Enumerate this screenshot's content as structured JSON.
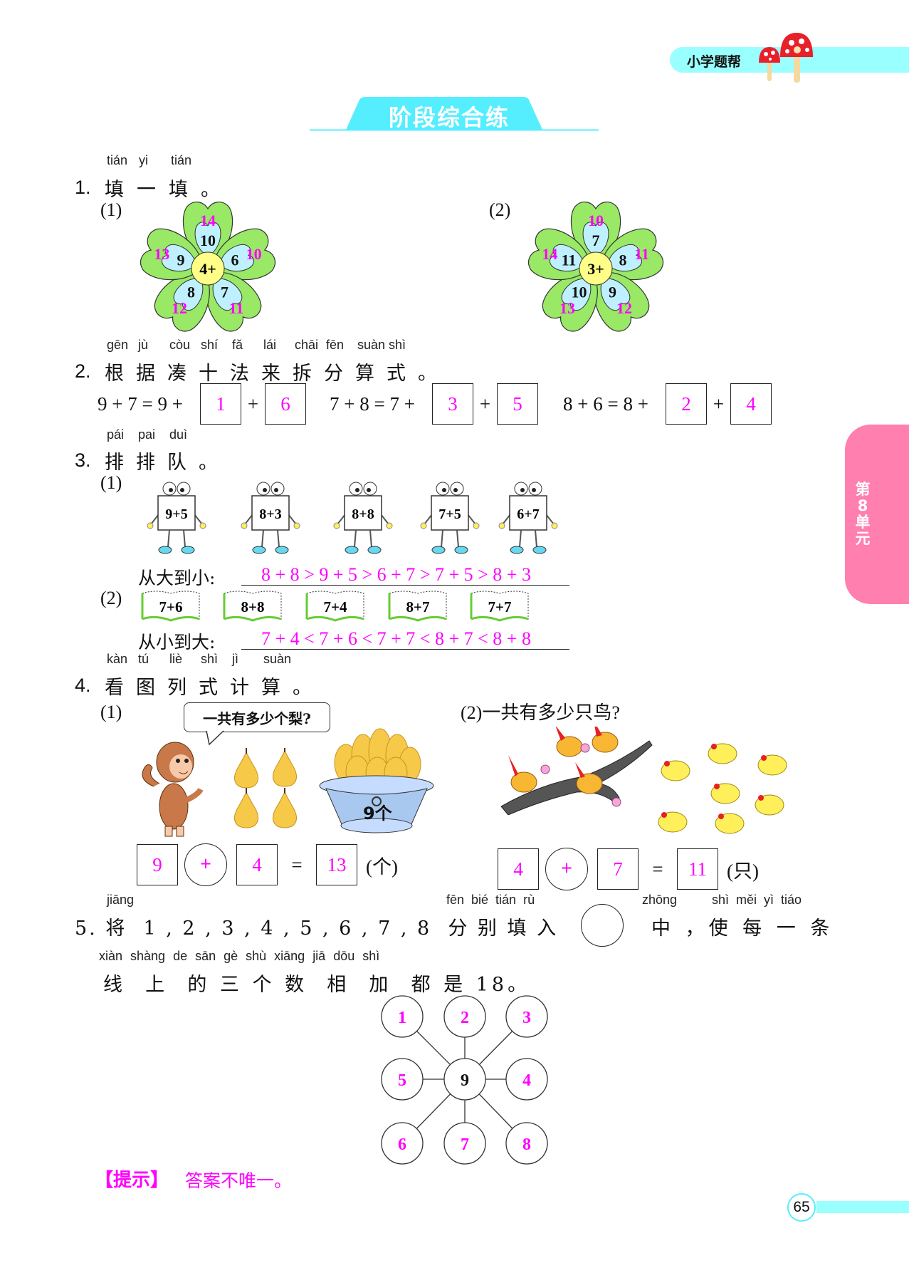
{
  "header": {
    "brand": "小学题帮"
  },
  "title": "阶段综合练",
  "side_tab": [
    "第",
    "8",
    "单",
    "元"
  ],
  "page_number": "65",
  "colors": {
    "accent": "#ff00ff",
    "cyan": "#99ffff",
    "banner": "#55eeff",
    "pink": "#ff7fae",
    "leaf": "#99e866",
    "petal_inner": "#bff0ff",
    "center": "#ffff88"
  },
  "q1": {
    "pinyin": [
      "tián",
      "yi",
      "tián"
    ],
    "num": "1.",
    "chars": [
      "填",
      "一",
      "填",
      "。"
    ],
    "parts": [
      {
        "label": "(1)",
        "center": "4+",
        "inner": [
          "10",
          "6",
          "7",
          "8",
          "9"
        ],
        "outer": [
          "14",
          "10",
          "11",
          "12",
          "13"
        ]
      },
      {
        "label": "(2)",
        "center": "3+",
        "inner": [
          "7",
          "8",
          "9",
          "10",
          "11"
        ],
        "outer": [
          "10",
          "11",
          "12",
          "13",
          "14"
        ]
      }
    ]
  },
  "q2": {
    "pinyin": [
      "gēn",
      "jù",
      "còu",
      "shí",
      "fǎ",
      "lái",
      "chāi",
      "fēn",
      "suàn",
      "shì"
    ],
    "num": "2.",
    "chars": [
      "根",
      "据",
      "凑",
      "十",
      "法",
      "来",
      "拆",
      "分",
      "算",
      "式",
      "。"
    ],
    "equations": [
      {
        "lhs": "9 + 7 = 9 +",
        "a": "1",
        "plus": "+",
        "b": "6"
      },
      {
        "lhs": "7 + 8 = 7 +",
        "a": "3",
        "plus": "+",
        "b": "5"
      },
      {
        "lhs": "8 + 6 = 8 +",
        "a": "2",
        "plus": "+",
        "b": "4"
      }
    ]
  },
  "q3": {
    "pinyin": [
      "pái",
      "pai",
      "duì"
    ],
    "num": "3.",
    "chars": [
      "排",
      "排",
      "队",
      "。"
    ],
    "part1": {
      "label": "(1)",
      "cards": [
        "9+5",
        "8+3",
        "8+8",
        "7+5",
        "6+7"
      ],
      "answer_label": "从大到小:",
      "answer": "8 + 8 > 9 + 5 > 6 + 7 > 7 + 5 > 8 + 3"
    },
    "part2": {
      "label": "(2)",
      "books": [
        "7+6",
        "8+8",
        "7+4",
        "8+7",
        "7+7"
      ],
      "answer_label": "从小到大:",
      "answer": "7 + 4 < 7 + 6 < 7 + 7 < 8 + 7 < 8 + 8"
    }
  },
  "q4": {
    "pinyin": [
      "kàn",
      "tú",
      "liè",
      "shì",
      "jì",
      "suàn"
    ],
    "num": "4.",
    "chars": [
      "看",
      "图",
      "列",
      "式",
      "计",
      "算",
      "。"
    ],
    "part1": {
      "label": "(1)",
      "bubble": "一共有多少个梨?",
      "basket_label": "9个",
      "eq": {
        "a": "9",
        "op": "+",
        "b": "4",
        "eq": "=",
        "result": "13",
        "unit": "(个)"
      }
    },
    "part2": {
      "label": "(2)一共有多少只鸟?",
      "eq": {
        "a": "4",
        "op": "+",
        "b": "7",
        "eq": "=",
        "result": "11",
        "unit": "(只)"
      }
    }
  },
  "q5": {
    "pinyin_a": "jiāng",
    "pinyin_b": "fēn  bié  tián  rù",
    "pinyin_c": "zhōng",
    "pinyin_d": "shì  měi  yì  tiáo",
    "line1a": "5. 将  1 , 2 , 3 , 4 , 5 , 6 , 7 , 8  分 别 填 入",
    "line1b": "中 ，使 每 一 条",
    "pinyin2": "xiàn shàng de sān gè shù xiāng jiā dōu shì",
    "line2": "线  上  的 三 个 数  相  加  都 是 18。",
    "diagram": {
      "top": [
        "1",
        "2",
        "3"
      ],
      "middle": [
        "5",
        "9",
        "4"
      ],
      "bottom": [
        "6",
        "7",
        "8"
      ]
    }
  },
  "hint": {
    "label": "【提示】",
    "text": "答案不唯一。"
  }
}
